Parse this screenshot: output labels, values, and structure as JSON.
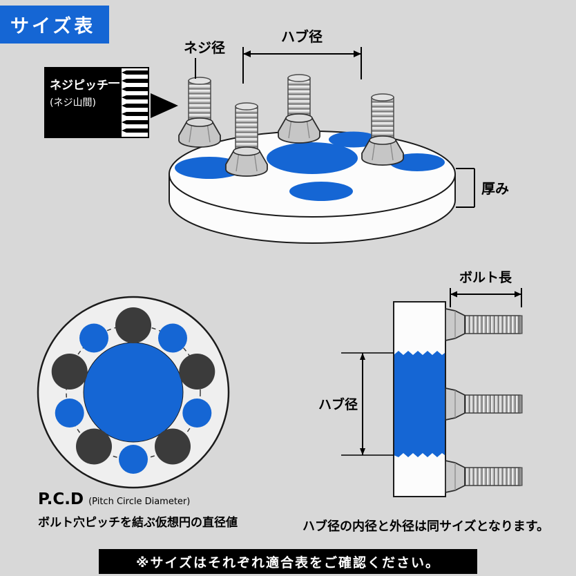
{
  "page": {
    "title_badge": "サイズ表",
    "background_color": "#d8d8d8"
  },
  "colors": {
    "accent_blue": "#1566d4",
    "hole_dark_gray": "#3b3b3b",
    "banner_black": "#000000",
    "text_white": "#ffffff"
  },
  "top_diagram": {
    "thread_diameter_label": "ネジ径",
    "hub_diameter_label": "ハブ径",
    "thread_pitch_label_line1": "ネジピッチ",
    "thread_pitch_label_line2": "(ネジ山間)",
    "thickness_label": "厚み"
  },
  "front_view": {
    "pcd_title": "P.C.D",
    "pcd_subtitle": "(Pitch Circle Diameter)",
    "pcd_description": "ボルト穴ピッチを結ぶ仮想円の直径値"
  },
  "side_view": {
    "bolt_length_label": "ボルト長",
    "hub_diameter_label": "ハブ径",
    "caption": "ハブ径の内径と外径は同サイズとなります。"
  },
  "footer": {
    "note": "※サイズはそれぞれ適合表をご確認ください。"
  }
}
